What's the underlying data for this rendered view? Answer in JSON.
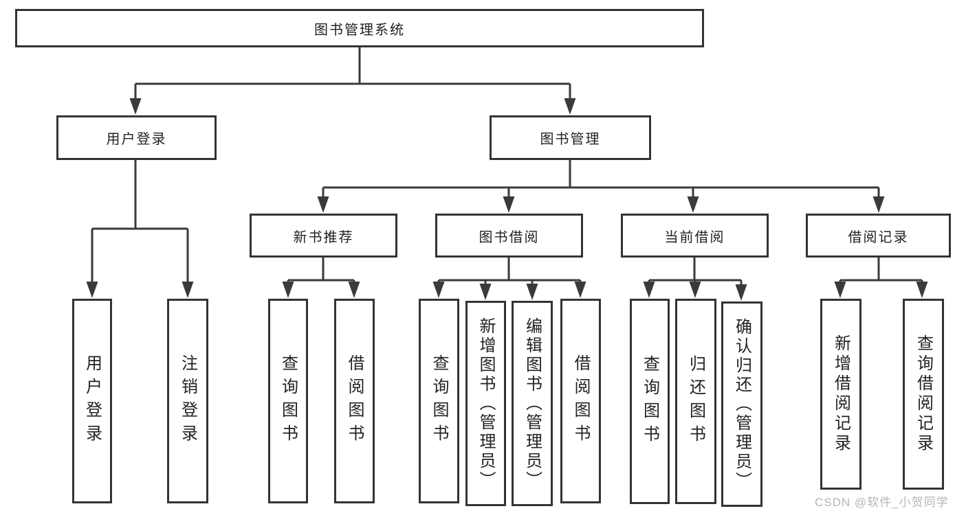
{
  "diagram": {
    "type": "tree-diagram",
    "title": "图书管理系统"
  },
  "nodes": {
    "root": {
      "label": "图书管理系统"
    },
    "user_login": {
      "label": "用户登录",
      "children": {
        "login": {
          "label": "用户登录"
        },
        "logout": {
          "label": "注销登录"
        }
      }
    },
    "book_mgmt": {
      "label": "图书管理",
      "children": {
        "new_book_rec": {
          "label": "新书推荐",
          "children": {
            "query_book": {
              "label": "查询图书"
            },
            "borrow_book": {
              "label": "借阅图书"
            }
          }
        },
        "book_borrow": {
          "label": "图书借阅",
          "children": {
            "query_book": {
              "label": "查询图书"
            },
            "add_book": {
              "label": "新增图书（管理员）"
            },
            "edit_book": {
              "label": "编辑图书（管理员）"
            },
            "borrow_book": {
              "label": "借阅图书"
            }
          }
        },
        "current_borrow": {
          "label": "当前借阅",
          "children": {
            "query_book": {
              "label": "查询图书"
            },
            "return_book": {
              "label": "归还图书"
            },
            "confirm_return": {
              "label": "确认归还（管理员）"
            }
          }
        },
        "borrow_record": {
          "label": "借阅记录",
          "children": {
            "add_record": {
              "label": "新增借阅记录"
            },
            "query_record": {
              "label": "查询借阅记录"
            }
          }
        }
      }
    }
  },
  "watermark": "CSDN @软件_小贺同学",
  "colors": {
    "line": "#3a3a3a",
    "box_border": "#333333",
    "text": "#222222",
    "watermark": "#b5b5b5",
    "background": "#ffffff"
  }
}
